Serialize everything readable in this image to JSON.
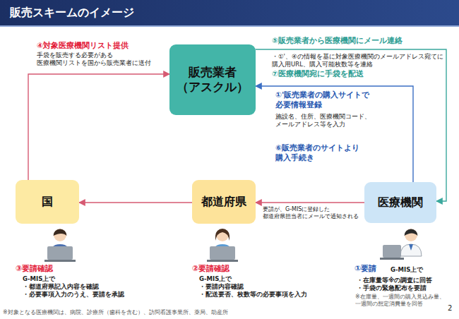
{
  "diagram": {
    "title": "販売スキームのイメージ",
    "nodes": [
      {
        "text": [
          "販売業者 （アスクル）"
        ]
      },
      {
        "text": [
          "国"
        ]
      },
      {
        "text": [
          "都道府県"
        ]
      },
      {
        "text": [
          "医療機関"
        ]
      }
    ],
    "edges": [
      {
        "from": 1,
        "to": 0,
        "arrow": "to"
      },
      {
        "from": 0,
        "to": 3,
        "arrow": "to"
      },
      {
        "from": 3,
        "to": 0,
        "arrow": "to"
      },
      {
        "from": 3,
        "to": 2,
        "arrow": "to"
      },
      {
        "from": 2,
        "to": 1,
        "arrow": "to"
      }
    ],
    "labels": [
      "④対象医療機関リスト提供",
      "手袋を販売する必要がある 医療機関リストを国から販売業者に送付",
      "⑤販売業者から医療機関にメール連絡",
      "・①'、④の情報を基に対象医療機関のメールアドレス宛てに 購入用URL、購入可能枚数等を連絡",
      "⑦医療機関宛に手袋を配送",
      "①'販売業者の購入サイトで 必要情報登録",
      "施設名、住所、医療機関コード、 メールアドレス等を入力",
      "⑥販売業者のサイトより 購入手続き",
      "要請が、G-MISに登録した 都道府県担当者にメールで通知される",
      "③要請確認",
      "G-MIS上で ・都道府県記入内容を確認 ・必要事項入力のうえ、要請を承認",
      "②要請確認",
      "G-MIS上で ・要請内容確認 ・配送要否、枚数等の必要事項を入力",
      "①要請",
      "G-MIS上で",
      "・在庫量等※の調査に回答 ・手袋の緊急配布を要請",
      "※在庫量、一週間の購入見込み量、 一週間の想定消費量を回答",
      "※対象となる医療機関は、病院、診療所（歯科を含む）、訪問看護事業所、薬局、助産所",
      "2"
    ]
  }
}
